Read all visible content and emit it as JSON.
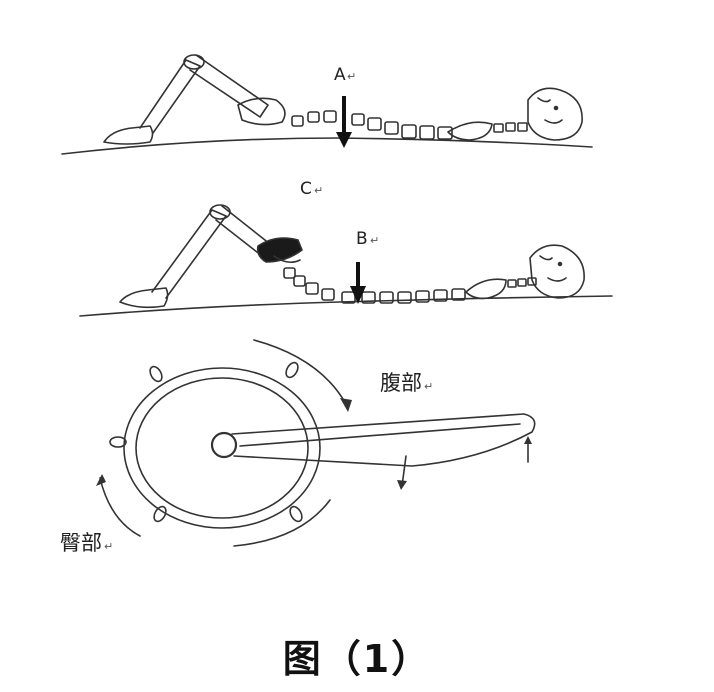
{
  "labels": {
    "a": "A",
    "b": "B",
    "c": "C",
    "return_mark": "↵",
    "abdomen": "腹部",
    "buttocks": "臀部"
  },
  "caption": "图（1）"
}
